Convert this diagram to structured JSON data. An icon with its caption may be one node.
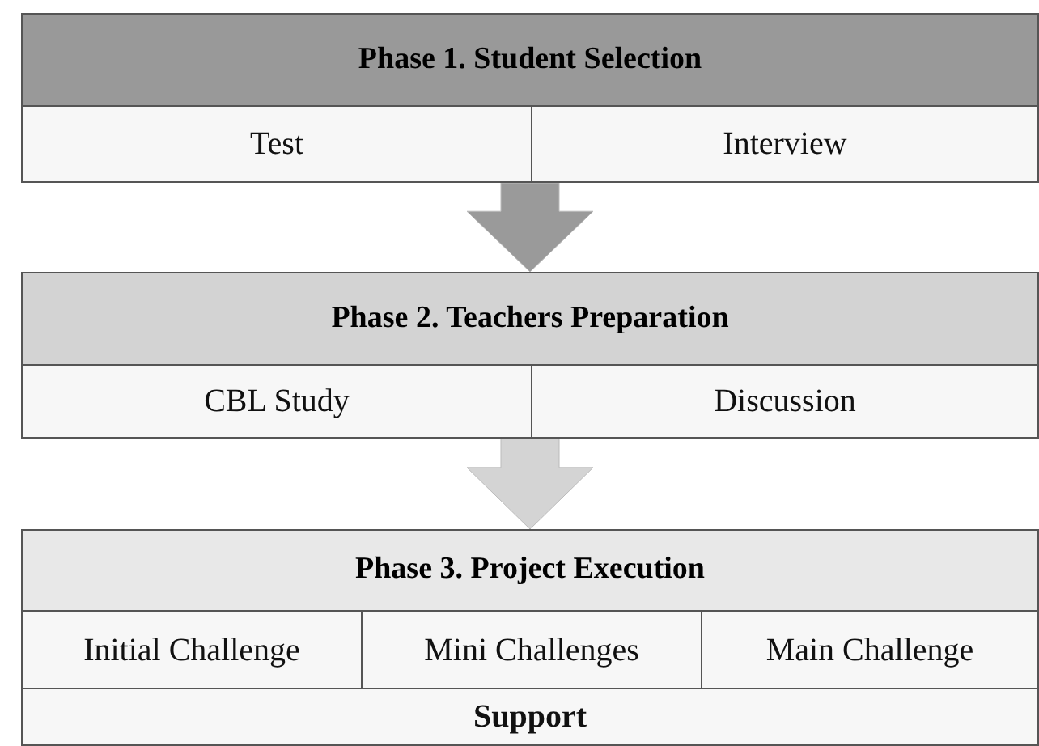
{
  "diagram": {
    "nodes": [
      {
        "text": [
          "Phase 1. Student Selection"
        ]
      },
      {
        "text": [
          "Test"
        ],
        "in": 0
      },
      {
        "text": [
          "Interview"
        ],
        "in": 0
      },
      {
        "text": [
          "Phase 2. Teachers Preparation"
        ]
      },
      {
        "text": [
          "CBL Study"
        ],
        "in": 3
      },
      {
        "text": [
          "Discussion"
        ],
        "in": 3
      },
      {
        "text": [
          "Phase 3. Project Execution"
        ]
      },
      {
        "text": [
          "Initial Challenge"
        ],
        "in": 6
      },
      {
        "text": [
          "Mini Challenges"
        ],
        "in": 6
      },
      {
        "text": [
          "Main Challenge"
        ],
        "in": 6
      },
      {
        "text": [
          "Support"
        ],
        "in": 6
      }
    ],
    "edges": [
      {
        "from": 0,
        "to": 3,
        "arrow": "to",
        "style": "thick",
        "color": "#9a9a9a"
      },
      {
        "from": 3,
        "to": 6,
        "arrow": "to",
        "style": "thick",
        "color": "#d4d4d4"
      }
    ]
  }
}
